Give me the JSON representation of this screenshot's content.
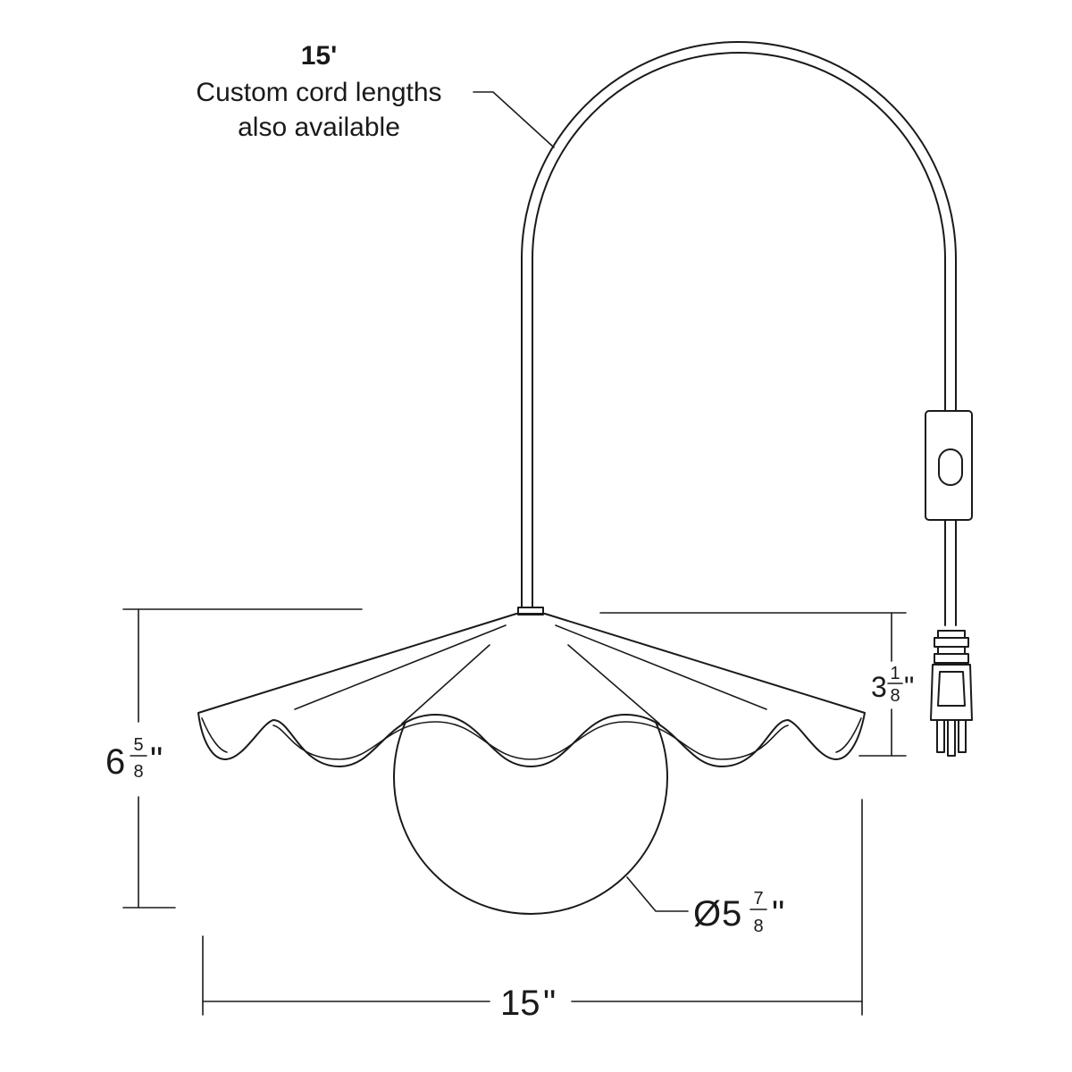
{
  "note": {
    "cord_length": "15'",
    "line1": "Custom cord lengths",
    "line2": "also available"
  },
  "dimensions": {
    "total_height": {
      "whole": "6",
      "num": "5",
      "den": "8",
      "unit": "\""
    },
    "shade_height": {
      "whole": "3",
      "num": "1",
      "den": "8",
      "unit": "\""
    },
    "globe_diameter": {
      "prefix": "Ø",
      "whole": "5",
      "num": "7",
      "den": "8",
      "unit": "\""
    },
    "width": {
      "value": "15",
      "unit": "\""
    }
  },
  "colors": {
    "line": "#1a1a1a",
    "background": "#ffffff"
  },
  "icons": [
    "pendant-lamp-drawing",
    "rocker-switch-icon",
    "plug-icon"
  ]
}
